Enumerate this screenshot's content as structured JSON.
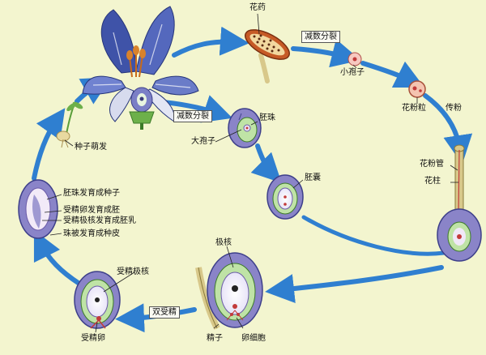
{
  "labels": {
    "anther": "花药",
    "meiosis_top": "减数分裂",
    "microspore": "小孢子",
    "pollen_grain": "花粉粒",
    "pollination": "传粉",
    "pollen_tube": "花粉管",
    "style": "花柱",
    "ovule": "胚珠",
    "meiosis_mid": "减数分裂",
    "megaspore": "大孢子",
    "embryo_sac": "胚囊",
    "seed_germination": "种子萌发",
    "ovule_to_seed": "胚珠发育成种子",
    "zygote_to_embryo": "受精卵发育成胚",
    "polar_to_endosperm": "受精极核发育成胚乳",
    "integument_to_coat": "珠被发育成种皮",
    "fertilized_polar": "受精极核",
    "double_fertilization": "双受精",
    "zygote": "受精卵",
    "polar_nuclei": "极核",
    "sperm": "精子",
    "egg_cell": "卵细胞"
  },
  "colors": {
    "background": "#f3f5cf",
    "arrow": "#2f7fd0",
    "petal": "#5a6fc0",
    "tissue": "#8a84c8",
    "cell": "#bfe3a6",
    "nucleus": "#c23a3a"
  }
}
